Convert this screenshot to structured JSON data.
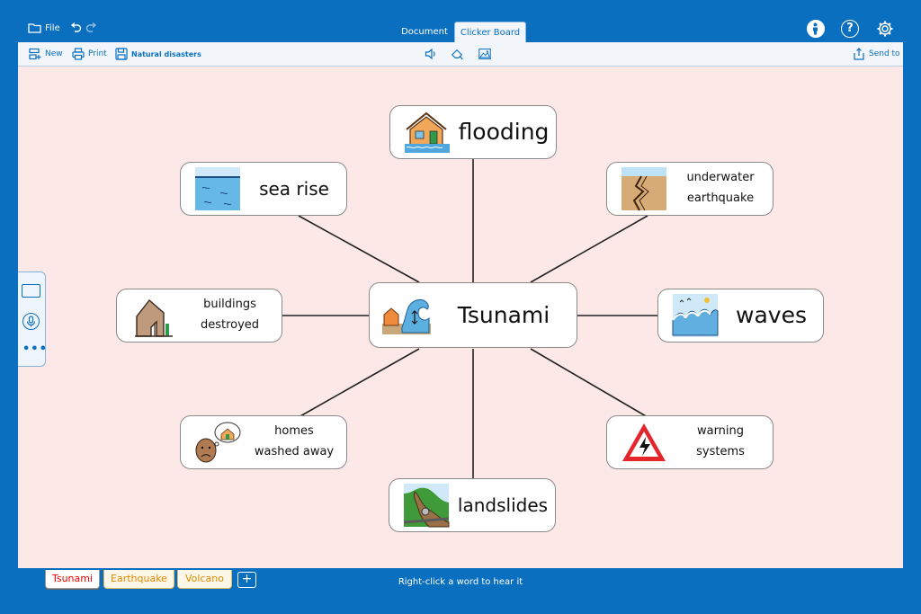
{
  "topbar": {
    "file_label": "File",
    "tabs": [
      {
        "label": "Document"
      },
      {
        "label": "Clicker Board"
      }
    ]
  },
  "toolbar": {
    "new_label": "New",
    "print_label": "Print",
    "set_name": "Natural disasters",
    "send_label": "Send to"
  },
  "board": {
    "center": "Tsunami",
    "nodes": {
      "flooding": "flooding",
      "sea_rise": "sea rise",
      "underwater_1": "underwater",
      "underwater_2": "earthquake",
      "buildings_1": "buildings",
      "buildings_2": "destroyed",
      "waves": "waves",
      "homes_1": "homes",
      "homes_2": "washed away",
      "warning_1": "warning",
      "warning_2": "systems",
      "landslides": "landslides"
    }
  },
  "bottom": {
    "tabs": [
      {
        "label": "Tsunami",
        "color": "#e00000"
      },
      {
        "label": "Earthquake",
        "color": "#e08a00"
      },
      {
        "label": "Volcano",
        "color": "#e08a00"
      }
    ],
    "add_label": "+",
    "hint": "Right-click a word to hear it"
  },
  "icons": [
    "folder-icon",
    "undo-icon",
    "redo-icon",
    "person-icon",
    "help-icon",
    "gear-icon",
    "new-set-icon",
    "print-icon",
    "save-icon",
    "speaker-icon",
    "clear-icon",
    "image-icon",
    "share-icon",
    "keyboard-icon",
    "microphone-icon",
    "more-icon"
  ],
  "colors": {
    "chrome": "#0a6fbf",
    "canvas": "#fde8e8",
    "active_tab_text": "#e00000",
    "inactive_tab_text": "#e08a00"
  }
}
